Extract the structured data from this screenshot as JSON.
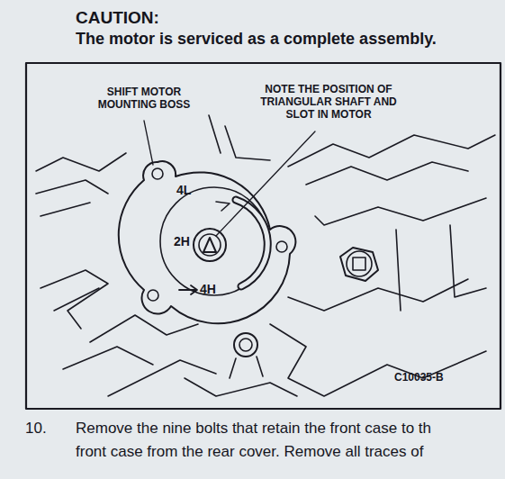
{
  "diagram": {
    "title": "CAUTION:",
    "labels": [
      "The motor is serviced as a complete assembly.",
      "SHIFT MOTOR MOUNTING BOSS",
      "NOTE THE POSITION OF TRIANGULAR SHAFT AND SLOT IN MOTOR",
      "4L",
      "2H",
      "4H",
      "C10035-B",
      "10.",
      "Remove the nine bolts that retain the front case to th",
      "front case from the rear cover. Remove all traces of"
    ]
  }
}
